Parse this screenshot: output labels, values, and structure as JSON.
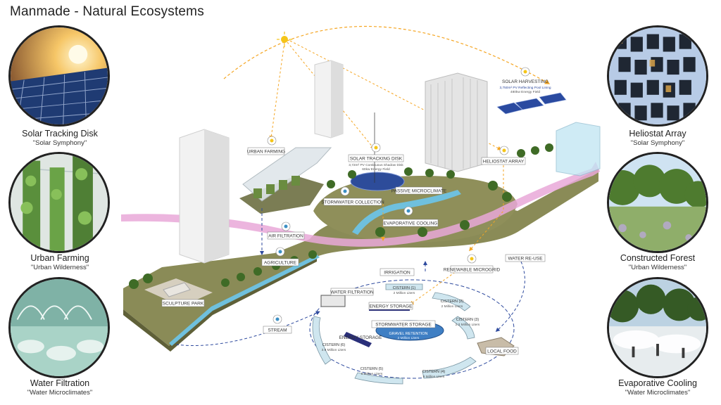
{
  "title": "Manmade - Natural Ecosystems",
  "panels": {
    "left": [
      {
        "title": "Solar Tracking Disk",
        "subtitle": "\"Solar Symphony\""
      },
      {
        "title": "Urban Farming",
        "subtitle": "\"Urban Wilderness\""
      },
      {
        "title": "Water Filtration",
        "subtitle": "\"Water Microclimates\""
      }
    ],
    "right": [
      {
        "title": "Heliostat Array",
        "subtitle": "\"Solar Symphony\""
      },
      {
        "title": "Constructed Forest",
        "subtitle": "\"Urban Wilderness\""
      },
      {
        "title": "Evaporative Cooling",
        "subtitle": "\"Water Microclimates\""
      }
    ]
  },
  "labels": {
    "urban_farming": "URBAN FARMING",
    "solar_tracking_disk": "SOLAR TRACKING DISK",
    "solar_tracking_disk_sub": "3,72m² PV Continuous Shadow Disk",
    "solar_tracking_disk_sub2": "60kw Energy Field",
    "solar_harvesting": "SOLAR HARVESTING",
    "solar_harvesting_sub": "3,750m² PV Reflecting Pool Lining",
    "solar_harvesting_sub2": "480kw Energy Field",
    "heliostat_array": "HELIOSTAT ARRAY",
    "passive_microclimate": "PASSIVE MICROCLIMATE",
    "stormwater_collection": "STORMWATER COLLECTION",
    "evaporative_cooling": "EVAPORATIVE COOLING",
    "air_filtration": "AIR FILTRATION",
    "agriculture": "AGRICULTURE",
    "irrigation": "IRRIGATION",
    "renewable_microgrid": "RENEWABLE MICROGRID",
    "water_reuse": "WATER RE-USE",
    "water_filtration": "WATER FILTRATION",
    "sculpture_park": "SCULPTURE PARK",
    "stream": "STREAM",
    "energy_storage": "ENERGY STORAGE",
    "energy_storage_2": "ENERGY STORAGE",
    "stormwater_storage": "STORMWATER STORAGE",
    "gravel_retention": "GRAVEL RETENTION",
    "gravel_retention_sub": "2 Million Liters",
    "local_food": "LOCAL FOOD",
    "cistern_1": "CISTERN (1)",
    "cistern_1_sub": "2 Million Liters",
    "cistern_2": "CISTERN (2)",
    "cistern_2_sub": "2 Million Liters",
    "cistern_3": "CISTERN (3)",
    "cistern_3_sub": "2.3 Million Liters",
    "cistern_4": "CISTERN (4)",
    "cistern_4_sub": "9 Million Liters",
    "cistern_5": "CISTERN (5)",
    "cistern_5_sub": "5 Million Liters",
    "cistern_6": "CISTERN (6)",
    "cistern_6_sub": "3.9 Million Liters"
  },
  "colors": {
    "energy": "#f5a623",
    "water": "#2e4a9e",
    "ground": "#8a8b57",
    "path": "#e9a8d8"
  }
}
